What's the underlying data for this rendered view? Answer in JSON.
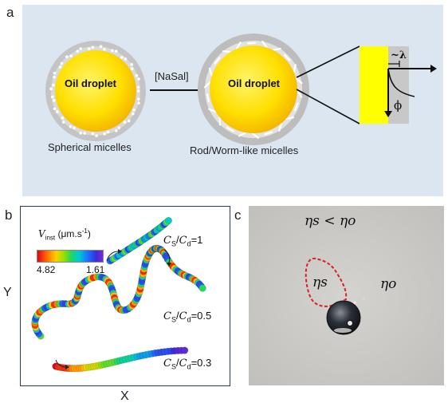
{
  "panel_a": {
    "letter": "a",
    "droplet_left_label": "Oil droplet",
    "droplet_right_label": "Oil droplet",
    "arrow_label": "[NaSal]",
    "caption_left": "Spherical micelles",
    "caption_right": "Rod/Worm-like micelles",
    "inset_lambda": "~λ",
    "inset_phi": "ϕ"
  },
  "panel_b": {
    "letter": "b",
    "legend_title_var": "V",
    "legend_title_sub": "inst",
    "legend_title_units": "(μm.s",
    "legend_title_exp": "-1",
    "legend_title_close": ")",
    "legend_min": "4.82",
    "legend_max": "1.61",
    "axis_x": "X",
    "axis_y": "Y",
    "trails": [
      {
        "ratio": "=1"
      },
      {
        "ratio": "=0.5"
      },
      {
        "ratio": "=0.3"
      }
    ],
    "ratio_num": "C",
    "ratio_num_sub": "S",
    "ratio_den": "C",
    "ratio_den_sub": "d"
  },
  "panel_c": {
    "letter": "c",
    "top_label": "ηs < ηo",
    "inner_label": "ηs",
    "outer_label": "ηo"
  },
  "colors": {
    "panel_a_bg": "#dbe6f1",
    "droplet_core": "#f8d400",
    "shell": "#bdbdbd",
    "dashed_outline": "#d8202a"
  }
}
